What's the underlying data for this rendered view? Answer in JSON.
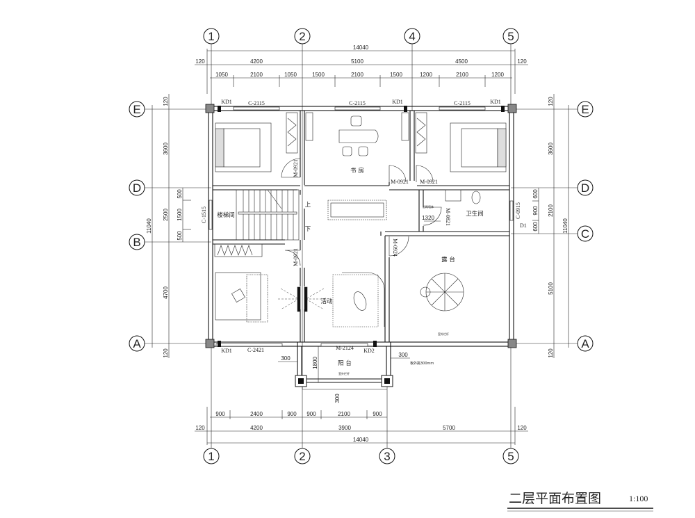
{
  "title": "二层平面布置图",
  "scale": "1:100",
  "axes": {
    "top": [
      "1",
      "2",
      "4",
      "5"
    ],
    "bottom": [
      "1",
      "2",
      "3",
      "5"
    ],
    "left": [
      "E",
      "D",
      "B",
      "A"
    ],
    "right": [
      "E",
      "D",
      "C",
      "A"
    ]
  },
  "dims_top": {
    "total": "14040",
    "main": [
      "120",
      "4200",
      "5100",
      "4500",
      "120"
    ],
    "sub": [
      "1050",
      "2100",
      "1050",
      "1500",
      "2100",
      "1500",
      "1200",
      "2100",
      "1200"
    ]
  },
  "dims_bottom": {
    "total": "14040",
    "main": [
      "120",
      "4200",
      "3900",
      "5700",
      "120"
    ],
    "sub": [
      "900",
      "2400",
      "900",
      "900",
      "2100",
      "900"
    ]
  },
  "dims_left": {
    "total": "11040",
    "main": [
      "120",
      "3600",
      "2500",
      "4700",
      "120"
    ],
    "sub": [
      "500",
      "1500",
      "500"
    ]
  },
  "dims_right": {
    "total": "11040",
    "main": [
      "120",
      "3600",
      "2100",
      "5100",
      "120"
    ],
    "sub": [
      "600",
      "900",
      "600"
    ]
  },
  "rooms": {
    "study": "书 房",
    "stair": "楼梯间",
    "bath": "卫生间",
    "terrace": "露 台",
    "balcony": "阳 台",
    "activity": "活动",
    "up": "上",
    "down": "下"
  },
  "openings": {
    "windows_top": [
      "C-2115",
      "C-2115",
      "C-2115"
    ],
    "kd_top": [
      "KD1",
      "KD1",
      "KD1"
    ],
    "c1515": "C-1515",
    "c0915": "C-0915",
    "d1": "D1",
    "c2421": "C-2421",
    "kd1_bottom": "KD1",
    "m2124": "M-2124",
    "kd2": "KD2",
    "doors": [
      "M-0921",
      "M-0921",
      "M-0921",
      "M-0921",
      "M-0821",
      "M-0924"
    ]
  },
  "notes": {
    "wall_note": "后砌墙体",
    "d1320": "1320",
    "rail1": "室外栏杆",
    "rail2": "室外栏杆",
    "d300a": "300",
    "d300b": "300",
    "d1800": "1800",
    "d300c": "300",
    "overhang": "板外挑300mm"
  }
}
